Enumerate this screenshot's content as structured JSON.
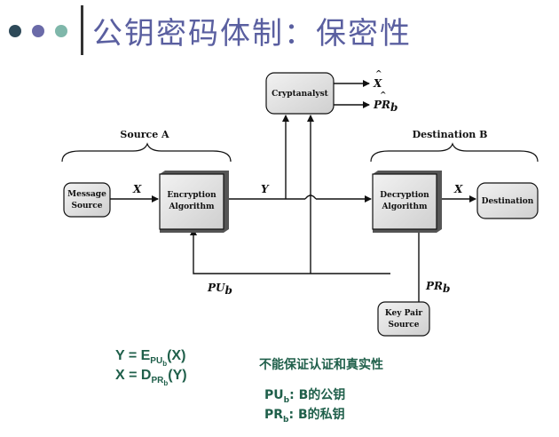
{
  "title": "公钥密码体制：保密性",
  "diagram": {
    "source_header": "Source A",
    "destination_header": "Destination B",
    "message_source": [
      "Message",
      "Source"
    ],
    "encryption": [
      "Encryption",
      "Algorithm"
    ],
    "decryption": [
      "Decryption",
      "Algorithm"
    ],
    "destination": "Destination",
    "cryptanalyst": "Cryptanalyst",
    "key_pair_source": [
      "Key Pair",
      "Source"
    ],
    "x_label": "X",
    "y_label": "Y",
    "x_hat": "X",
    "pr_hat": "PR",
    "pr_hat_sub": "b",
    "pu_label": "PU",
    "pu_sub": "b",
    "pr_label": "PR",
    "pr_sub": "b"
  },
  "formulas": {
    "y_line": {
      "lhs": "Y = E",
      "sub1": "PU",
      "sub2": "b",
      "rhs": "(X)"
    },
    "x_line": {
      "lhs": "X = D",
      "sub1": "PR",
      "sub2": "b",
      "rhs": "(Y)"
    }
  },
  "notes": {
    "auth": "不能保证认证和真实性",
    "pu": {
      "main": "PU",
      "sub": "b",
      "text": ": B的公钥"
    },
    "pr": {
      "main": "PR",
      "sub": "b",
      "text": ": B的私钥"
    }
  },
  "colors": {
    "title": "#5a5fa0",
    "dot_dark": "#2e4a59",
    "dot_mid": "#6a6aa8",
    "dot_light": "#7fb7aa",
    "formula": "#1f5f4a"
  }
}
